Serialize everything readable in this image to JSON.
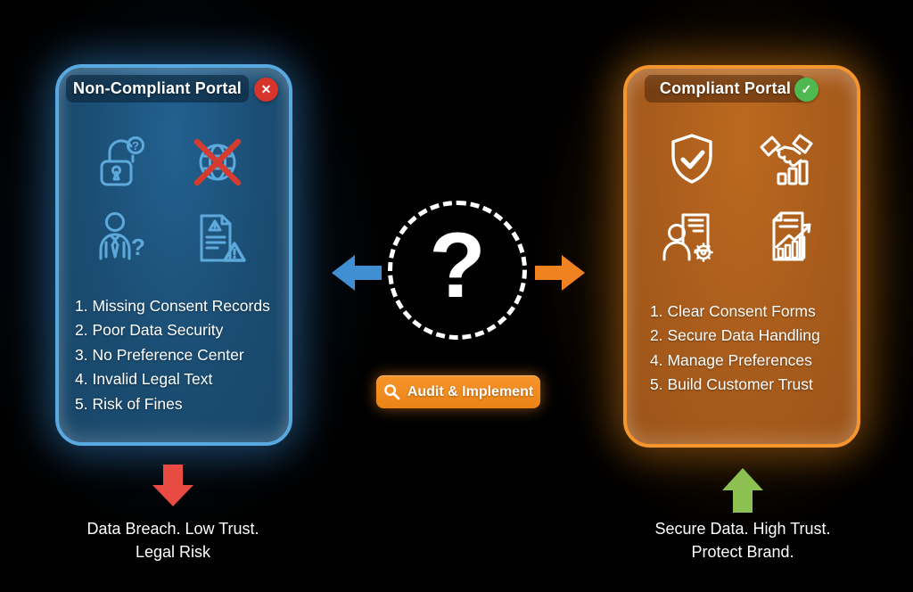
{
  "left_panel": {
    "title": "Non-Compliant Portal",
    "status_glyph": "✕",
    "icons": [
      "unlocked-padlock-question",
      "globe-blocked",
      "user-question",
      "document-warning"
    ],
    "items": [
      "1. Missing Consent Records",
      "2. Poor Data Security",
      "3. No Preference Center",
      "4. Invalid Legal Text",
      "5. Risk of Fines"
    ],
    "caption": [
      "Data Breach. Low Trust.",
      "Legal Risk"
    ]
  },
  "right_panel": {
    "title": "Compliant Portal",
    "status_glyph": "✓",
    "icons": [
      "shield-check",
      "handshake-growth",
      "user-document-gear",
      "document-growth-chart"
    ],
    "items": [
      "1. Clear Consent Forms",
      "2. Secure Data Handling",
      "4. Manage Preferences",
      "5. Build Customer Trust"
    ],
    "caption": [
      "Secure Data. High Trust.",
      "Protect Brand."
    ]
  },
  "center": {
    "question_mark": "?",
    "button_label": "Audit & Implement"
  },
  "glyphs": {
    "question": "?"
  },
  "colors": {
    "left_accent": "#58a9e0",
    "right_accent": "#f5952d",
    "error_red": "#d7342b",
    "success_green": "#4fb94f",
    "button_orange": "#ec8316",
    "arrow_blue": "#3f8fd2",
    "arrow_orange": "#f08220",
    "arrow_red": "#e84b42",
    "arrow_green": "#8cc152"
  }
}
